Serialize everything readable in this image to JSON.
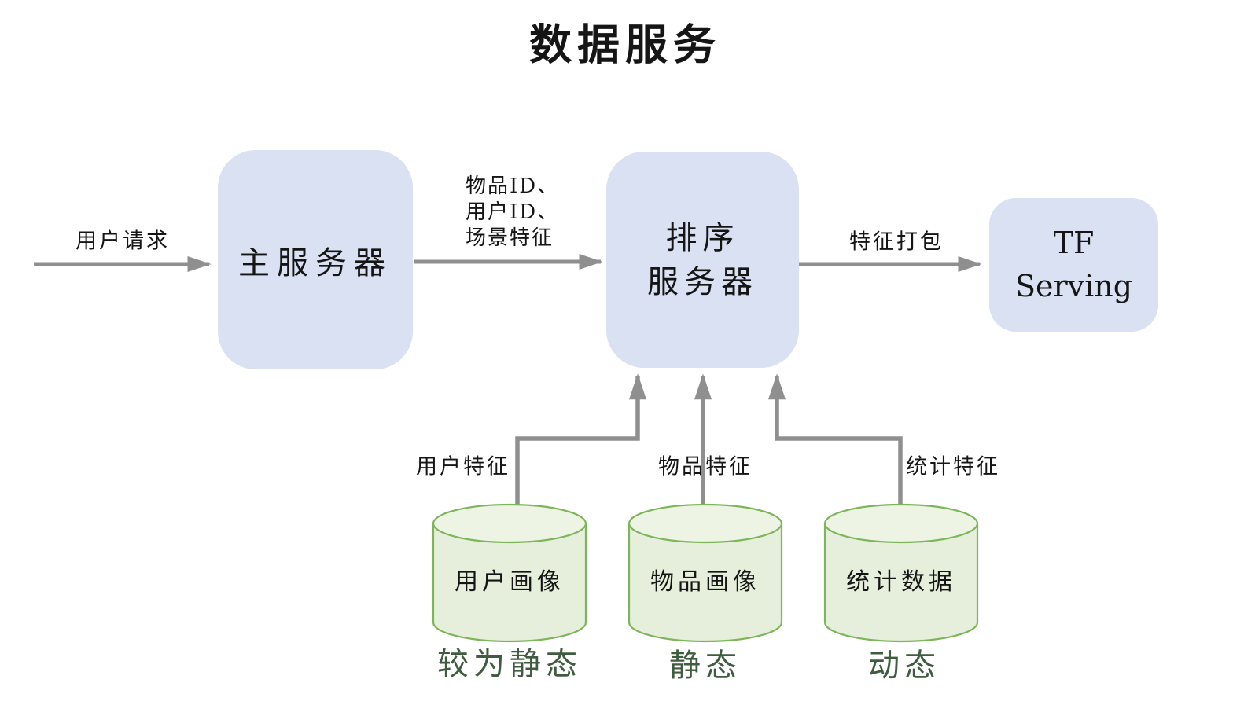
{
  "title": "数据服务",
  "colors": {
    "node_fill": "#d9e1f2",
    "cylinder_fill": "#e5efdb",
    "cylinder_stroke": "#7db55b",
    "arrow": "#8f8f8f",
    "caption_text": "#3f5c40",
    "text": "#151515"
  },
  "nodes": {
    "main_server": {
      "label": "主服务器"
    },
    "rank_server": {
      "line1": "排序",
      "line2": "服务器"
    },
    "tf_serving": {
      "line1": "TF",
      "line2": "Serving"
    }
  },
  "edges": {
    "user_request": {
      "label": "用户请求"
    },
    "ids_features": {
      "line1": "物品ID、",
      "line2": "用户ID、",
      "line3": "场景特征"
    },
    "feature_pack": {
      "label": "特征打包"
    },
    "user_features": {
      "label": "用户特征"
    },
    "item_features": {
      "label": "物品特征"
    },
    "stat_features": {
      "label": "统计特征"
    }
  },
  "datastores": [
    {
      "label": "用户画像",
      "caption": "较为静态"
    },
    {
      "label": "物品画像",
      "caption": "静态"
    },
    {
      "label": "统计数据",
      "caption": "动态"
    }
  ]
}
